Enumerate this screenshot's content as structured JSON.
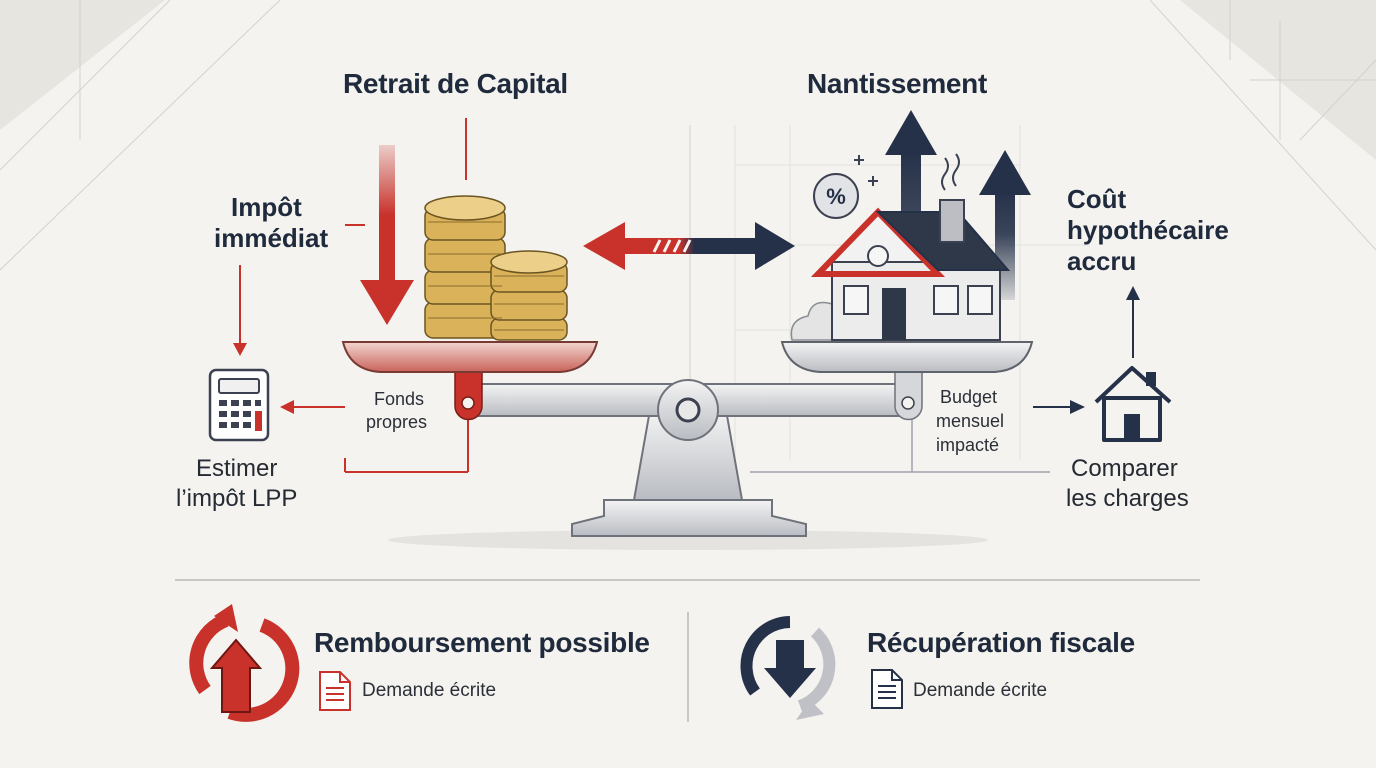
{
  "withdrawal": {
    "title": "Retrait de Capital",
    "tax_title": [
      "Impôt",
      "immédiat"
    ],
    "estimate_label": [
      "Estimer",
      "l’impôt LPP"
    ],
    "equity_label": [
      "Fonds",
      "propres"
    ]
  },
  "pledge": {
    "title": "Nantissement",
    "cost_title": [
      "Coût",
      "hypothécaire",
      "accru"
    ],
    "budget_label": [
      "Budget",
      "mensuel",
      "impacté"
    ],
    "compare_label": [
      "Comparer",
      "les charges"
    ]
  },
  "bottom": {
    "repayment_title": "Remboursement possible",
    "repayment_note": "Demande écrite",
    "tax_recovery_title": "Récupération fiscale",
    "tax_recovery_note": "Demande écrite"
  },
  "icons": {
    "percent_symbol": "%"
  },
  "colors": {
    "accent_red": "#c8322b",
    "navy": "#253149",
    "coin_gold": "#d9b25a",
    "background": "#f4f3ef"
  }
}
